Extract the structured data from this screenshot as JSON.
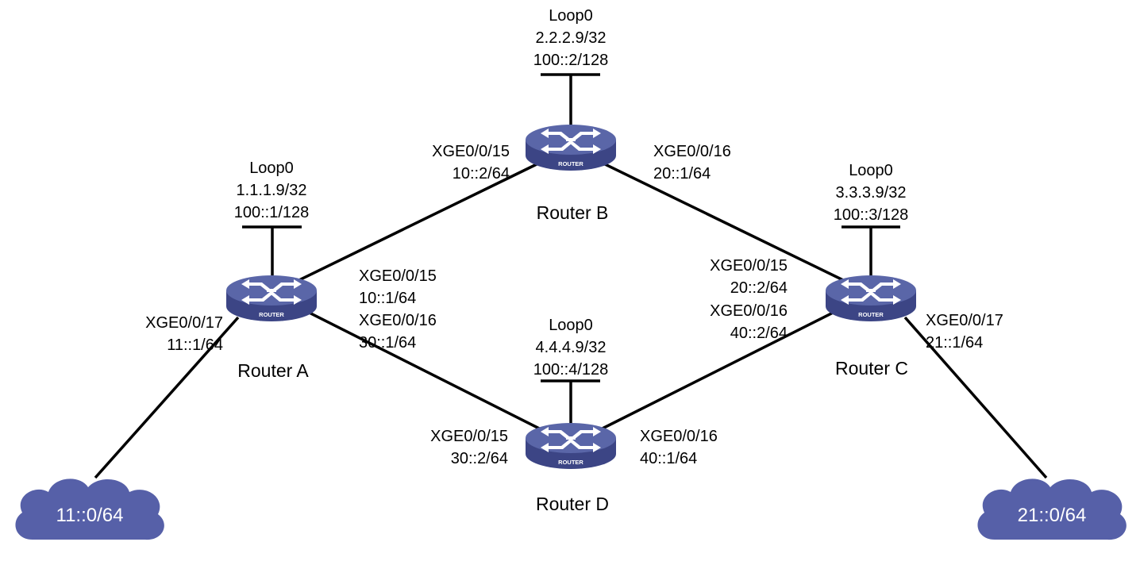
{
  "colors": {
    "router_top": "#5a66a8",
    "router_side": "#3c4585",
    "cloud": "#5660a8",
    "line": "#000000",
    "text": "#000000"
  },
  "routers": {
    "a": {
      "name": "Router A",
      "tag": "ROUTER",
      "icon": "router-icon",
      "loop": [
        "Loop0",
        "1.1.1.9/32",
        "100::1/128"
      ],
      "interfaces": [
        "XGE0/0/17",
        "11::1/64"
      ]
    },
    "b": {
      "name": "Router B",
      "tag": "ROUTER",
      "icon": "router-icon",
      "loop": [
        "Loop0",
        "2.2.2.9/32",
        "100::2/128"
      ]
    },
    "c": {
      "name": "Router C",
      "tag": "ROUTER",
      "icon": "router-icon",
      "loop": [
        "Loop0",
        "3.3.3.9/32",
        "100::3/128"
      ],
      "interfaces": [
        "XGE0/0/17",
        "21::1/64"
      ]
    },
    "d": {
      "name": "Router D",
      "tag": "ROUTER",
      "icon": "router-icon",
      "loop": [
        "Loop0",
        "4.4.4.9/32",
        "100::4/128"
      ]
    }
  },
  "links": {
    "a_b": {
      "a_side": [
        "XGE0/0/15",
        "10::1/64"
      ],
      "b_side": [
        "XGE0/0/15",
        "10::2/64"
      ]
    },
    "a_d": {
      "a_side": [
        "XGE0/0/16",
        "30::1/64"
      ],
      "d_side": [
        "XGE0/0/15",
        "30::2/64"
      ]
    },
    "b_c": {
      "b_side": [
        "XGE0/0/16",
        "20::1/64"
      ],
      "c_side": [
        "XGE0/0/15",
        "20::2/64"
      ]
    },
    "d_c": {
      "d_side": [
        "XGE0/0/16",
        "40::1/64"
      ],
      "c_side": [
        "XGE0/0/16",
        "40::2/64"
      ]
    }
  },
  "networks": {
    "left": {
      "label": "11::0/64",
      "icon": "cloud-icon"
    },
    "right": {
      "label": "21::0/64",
      "icon": "cloud-icon"
    }
  }
}
